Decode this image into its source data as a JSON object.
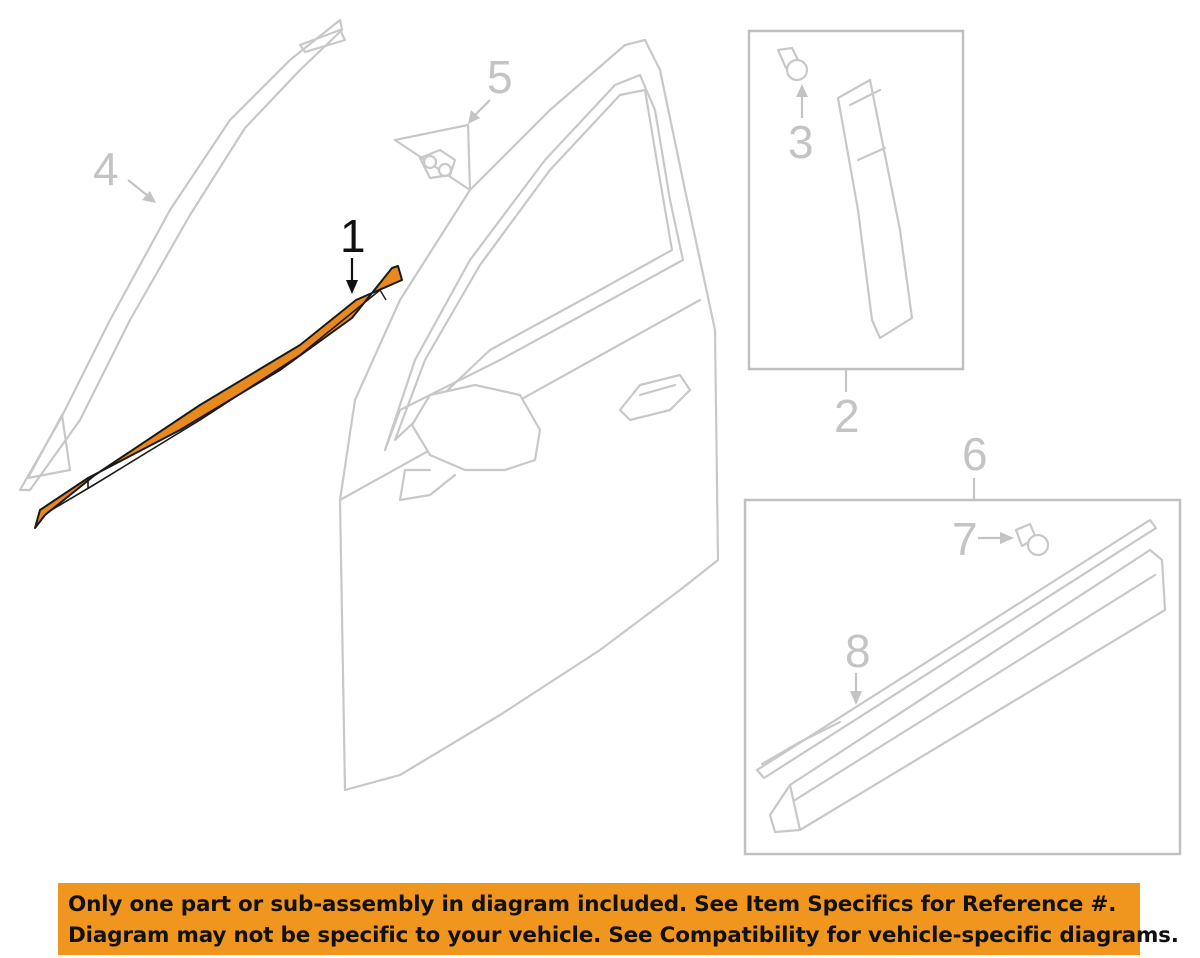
{
  "callouts": {
    "c1": "1",
    "c2": "2",
    "c3": "3",
    "c4": "4",
    "c5": "5",
    "c6": "6",
    "c7": "7",
    "c8": "8"
  },
  "highlighted_part": "1",
  "colors": {
    "highlight": "#e8891c",
    "banner": "#f0961e",
    "line_art": "#c8c8c8"
  },
  "banner": {
    "line1": "Only one part or sub-assembly in diagram included. See Item Specifics for Reference #.",
    "line2": "Diagram may not be specific to your vehicle. See Compatibility for vehicle-specific diagrams."
  }
}
